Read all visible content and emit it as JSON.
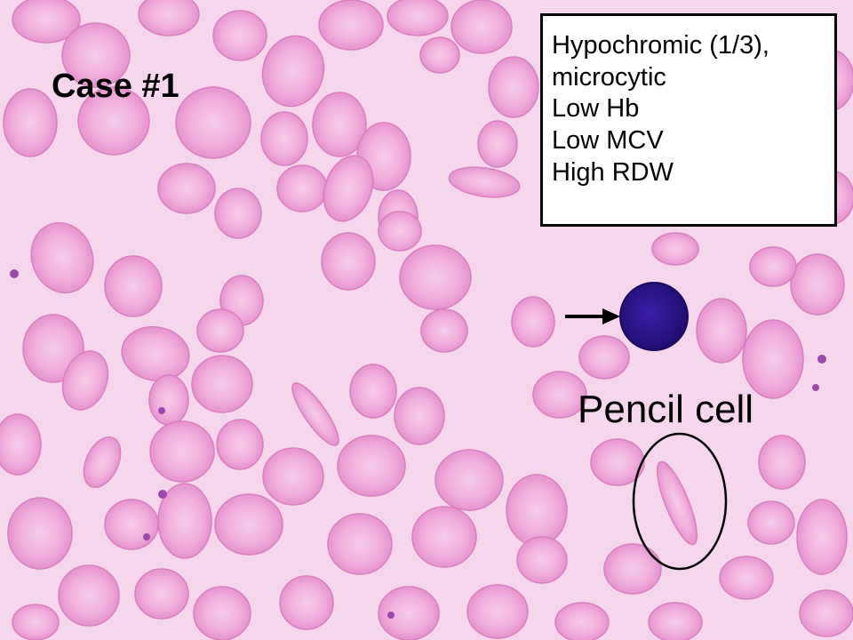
{
  "slide": {
    "case_title": "Case #1",
    "findings": [
      "Hypochromic (1/3),",
      "microcytic",
      "Low Hb",
      "Low MCV",
      "High RDW"
    ],
    "pointer_label": "Pencil cell"
  },
  "colors": {
    "background": "#f6d6ec",
    "rbc_fill": "#ec9ed6",
    "rbc_center": "#f6c8e8",
    "lymphocyte": "#28138c",
    "annotation": "#000000"
  }
}
